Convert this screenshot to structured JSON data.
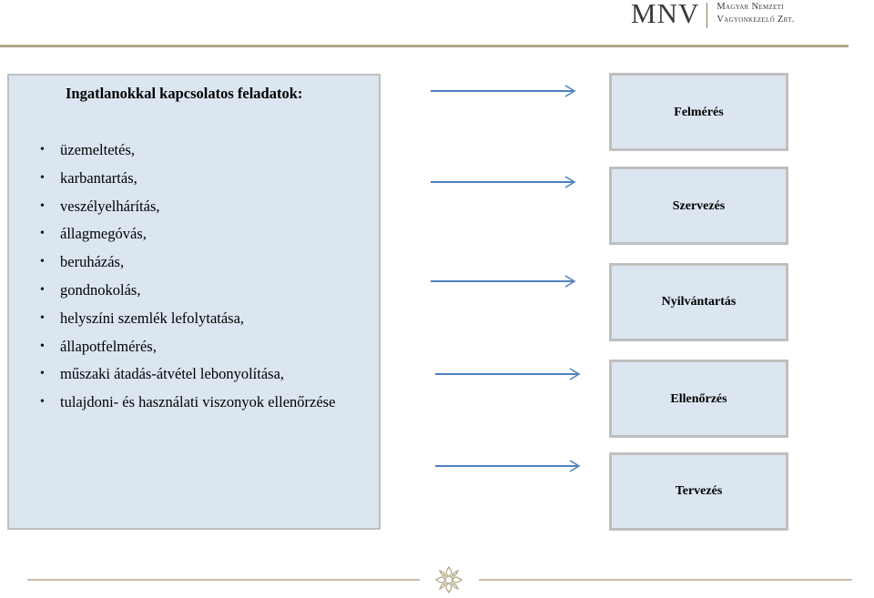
{
  "header": {
    "logo_abbr": "MNV",
    "logo_line1": "Magyar Nemzeti",
    "logo_line2": "Vagyonkezelő Zrt."
  },
  "tasks": {
    "title": "Ingatlanokkal kapcsolatos feladatok:",
    "items": [
      "üzemeltetés,",
      "karbantartás,",
      "veszélyelhárítás,",
      "állagmegóvás,",
      "beruházás,",
      "gondnokolás,",
      "helyszíni szemlék lefolytatása,",
      "állapotfelmérés,",
      "műszaki átadás-átvétel lebonyolítása,",
      "tulajdoni- és használati viszonyok ellenőrzése"
    ]
  },
  "steps": [
    {
      "label": "Felmérés"
    },
    {
      "label": "Szervezés"
    },
    {
      "label": "Nyilvántartás"
    },
    {
      "label": "Ellenőrzés"
    },
    {
      "label": "Tervezés"
    }
  ],
  "colors": {
    "box_fill": "#dce6f1",
    "box_border": "#bfbfbf",
    "arrow": "#4f81bd",
    "gold_rule": "#b3a886"
  }
}
